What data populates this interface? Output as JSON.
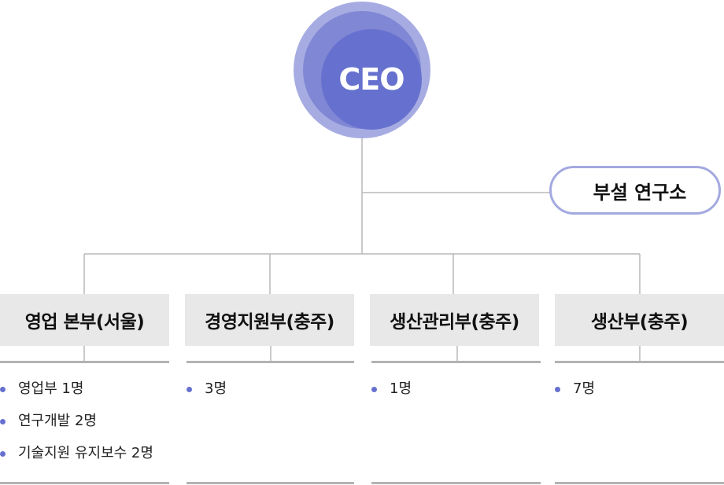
{
  "ceo": {
    "label": "CEO"
  },
  "lab": {
    "label": "부설 연구소"
  },
  "departments": [
    {
      "name": "영업 본부(서울)",
      "items": [
        "영업부 1명",
        "연구개발 2명",
        "기술지원 유지보수 2명"
      ]
    },
    {
      "name": "경영지원부(충주)",
      "items": [
        "3명"
      ]
    },
    {
      "name": "생산관리부(충주)",
      "items": [
        "1명"
      ]
    },
    {
      "name": "생산부(충주)",
      "items": [
        "7명"
      ]
    }
  ],
  "colors": {
    "ceo_outer": "#a6ace2",
    "ceo_mid": "#8087d4",
    "ceo_core": "#6671cf",
    "lab_border": "#a3a9e0",
    "dept_box": "#e8e8e8",
    "bullet": "#6671cf"
  }
}
